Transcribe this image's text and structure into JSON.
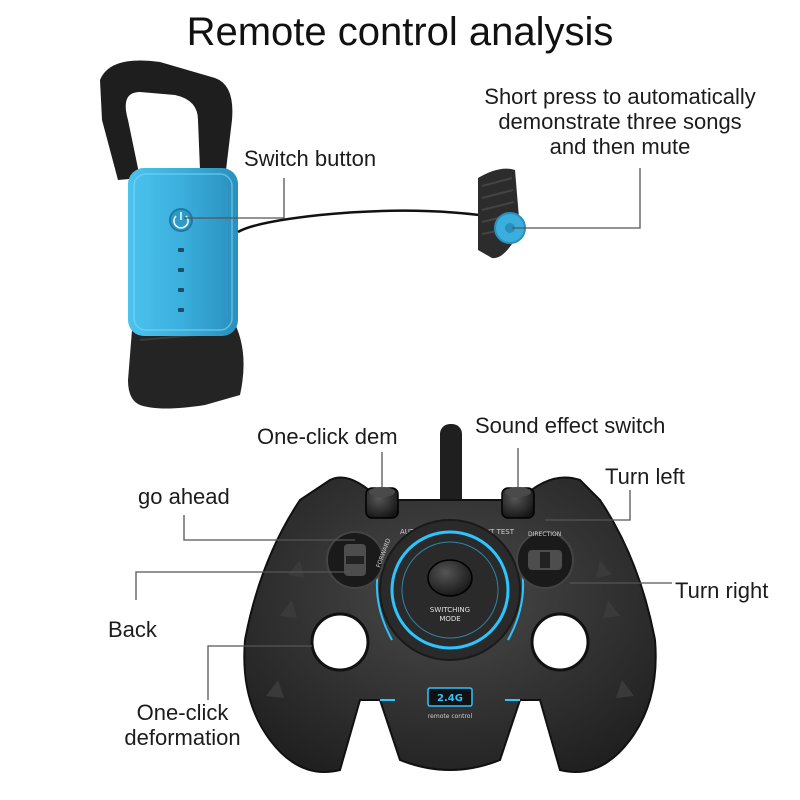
{
  "title": "Remote control analysis",
  "wristband": {
    "switch_button_label": "Switch button",
    "short_press_label": [
      "Short press to automatically",
      "demonstrate three songs",
      "and then mute"
    ]
  },
  "controller": {
    "one_click_demo_label": "One-click dem",
    "sound_effect_switch_label": "Sound effect switch",
    "turn_left_label": "Turn left",
    "go_ahead_label": "go ahead",
    "turn_right_label": "Turn right",
    "back_label": "Back",
    "deformation_label": [
      "One-click",
      "deformation"
    ],
    "printed": {
      "switching_mode": [
        "SWITCHING",
        "MODE"
      ],
      "auto_demo": "AUTO DEMO",
      "silent_test": "SILENT TEST",
      "direction": "DIRECTION",
      "forward": "FORWARD",
      "badge": "2.4G",
      "remote_control": "remote control"
    }
  },
  "colors": {
    "band_blue": "#3aaedc",
    "accent_cyan": "#2ec4ff",
    "body_dark": "#2b2b2b"
  }
}
